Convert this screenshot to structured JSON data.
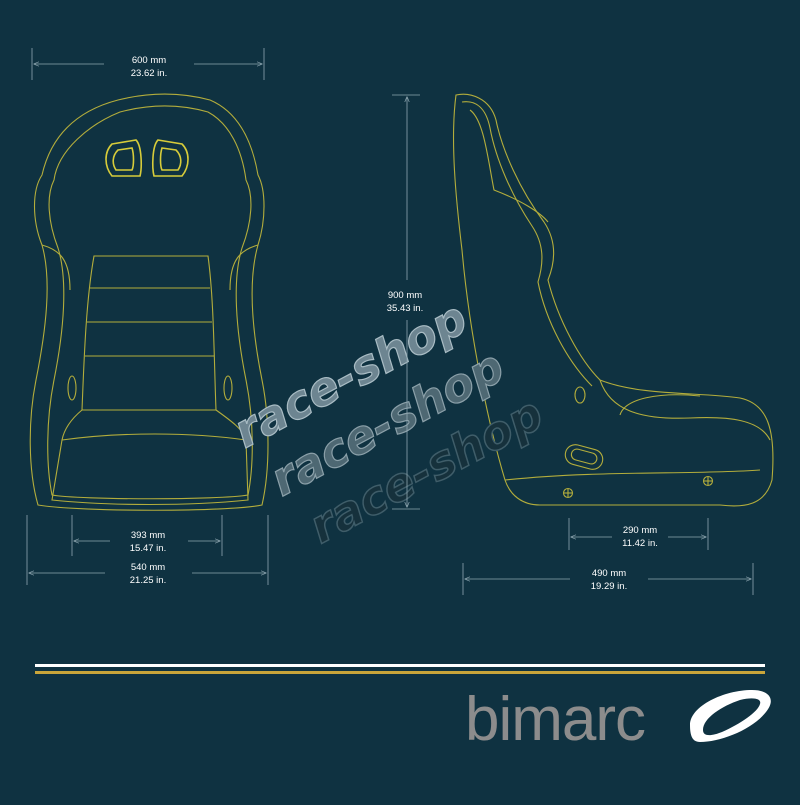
{
  "dimensions": {
    "top_width": {
      "mm": "600 mm",
      "in": "23.62 in."
    },
    "inner_width": {
      "mm": "393 mm",
      "in": "15.47 in."
    },
    "base_width": {
      "mm": "540 mm",
      "in": "21.25 in."
    },
    "height": {
      "mm": "900 mm",
      "in": "35.43 in."
    },
    "mount_spacing": {
      "mm": "290 mm",
      "in": "11.42 in."
    },
    "depth": {
      "mm": "490 mm",
      "in": "19.29 in."
    }
  },
  "watermark": {
    "text": "race-shop"
  },
  "brand": {
    "name": "bimarc"
  },
  "colors": {
    "background": "#0f3241",
    "seat_outline": "#b3ad3c",
    "dimension_line": "#8fa7b1",
    "stripe_white": "#ffffff",
    "stripe_gold": "#c9a53a",
    "logo_gray": "#8c8c8c"
  }
}
